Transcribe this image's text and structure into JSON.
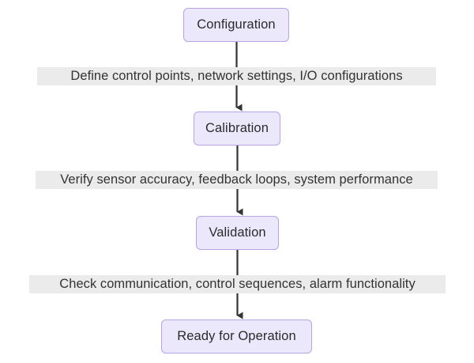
{
  "diagram": {
    "type": "flowchart",
    "direction": "top-down",
    "title": "",
    "colors": {
      "node_fill": "#ebe8fb",
      "node_border": "#b9a3e3",
      "node_text": "#2b2b2b",
      "edge_line": "#333333",
      "edge_label_bg": "#ebebeb",
      "edge_label_text": "#333333",
      "canvas": "#ffffff"
    },
    "nodes": [
      {
        "id": "configuration",
        "label": "Configuration"
      },
      {
        "id": "calibration",
        "label": "Calibration"
      },
      {
        "id": "validation",
        "label": "Validation"
      },
      {
        "id": "ready",
        "label": "Ready for Operation"
      }
    ],
    "edges": [
      {
        "id": "edge-1",
        "from": "configuration",
        "to": "calibration",
        "label": "Define control points, network settings, I/O configurations",
        "arrowhead": "solid-triangle"
      },
      {
        "id": "edge-2",
        "from": "calibration",
        "to": "validation",
        "label": "Verify sensor accuracy, feedback loops, system performance",
        "arrowhead": "solid-triangle"
      },
      {
        "id": "edge-3",
        "from": "validation",
        "to": "ready",
        "label": "Check communication, control sequences, alarm functionality",
        "arrowhead": "solid-triangle"
      }
    ]
  }
}
